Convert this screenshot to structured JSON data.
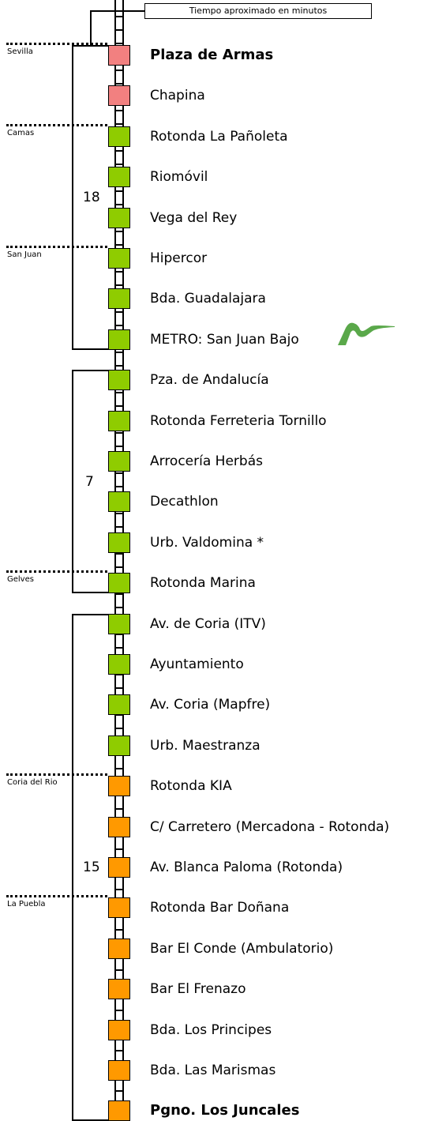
{
  "legend": "Tiempo aproximado en minutos",
  "colors": {
    "sevilla": "#f28080",
    "green": "#8fcc00",
    "orange": "#ff9900",
    "metro_logo": "#5aa84a"
  },
  "stops": [
    {
      "name": "Plaza de Armas",
      "bold": true,
      "color": "sevilla"
    },
    {
      "name": "Chapina",
      "bold": false,
      "color": "sevilla"
    },
    {
      "name": "Rotonda La Pañoleta",
      "bold": false,
      "color": "green"
    },
    {
      "name": "Riomóvil",
      "bold": false,
      "color": "green"
    },
    {
      "name": "Vega del Rey",
      "bold": false,
      "color": "green"
    },
    {
      "name": "Hipercor",
      "bold": false,
      "color": "green"
    },
    {
      "name": "Bda. Guadalajara",
      "bold": false,
      "color": "green"
    },
    {
      "name": "METRO: San Juan Bajo",
      "bold": false,
      "color": "green",
      "metro": true
    },
    {
      "name": "Pza. de Andalucía",
      "bold": false,
      "color": "green"
    },
    {
      "name": "Rotonda Ferreteria Tornillo",
      "bold": false,
      "color": "green"
    },
    {
      "name": "Arrocería Herbás",
      "bold": false,
      "color": "green"
    },
    {
      "name": "Decathlon",
      "bold": false,
      "color": "green"
    },
    {
      "name": "Urb. Valdomina *",
      "bold": false,
      "color": "green"
    },
    {
      "name": "Rotonda Marina",
      "bold": false,
      "color": "green"
    },
    {
      "name": "Av. de Coria (ITV)",
      "bold": false,
      "color": "green"
    },
    {
      "name": "Ayuntamiento",
      "bold": false,
      "color": "green"
    },
    {
      "name": "Av. Coria (Mapfre)",
      "bold": false,
      "color": "green"
    },
    {
      "name": "Urb. Maestranza",
      "bold": false,
      "color": "green"
    },
    {
      "name": "Rotonda KIA",
      "bold": false,
      "color": "orange"
    },
    {
      "name": "C/ Carretero (Mercadona - Rotonda)",
      "bold": false,
      "color": "orange"
    },
    {
      "name": "Av. Blanca Paloma (Rotonda)",
      "bold": false,
      "color": "orange"
    },
    {
      "name": "Rotonda Bar Doñana",
      "bold": false,
      "color": "orange"
    },
    {
      "name": "Bar El Conde (Ambulatorio)",
      "bold": false,
      "color": "orange"
    },
    {
      "name": "Bar El Frenazo",
      "bold": false,
      "color": "orange"
    },
    {
      "name": "Bda. Los Principes",
      "bold": false,
      "color": "orange"
    },
    {
      "name": "Bda. Las Marismas",
      "bold": false,
      "color": "orange"
    },
    {
      "name": "Pgno. Los Juncales",
      "bold": true,
      "color": "orange"
    }
  ],
  "zones": [
    {
      "name": "Sevilla",
      "stop_index": 0
    },
    {
      "name": "Camas",
      "stop_index": 2
    },
    {
      "name": "San Juan",
      "stop_index": 5
    },
    {
      "name": "Gelves",
      "stop_index": 13
    },
    {
      "name": "Coria del Rio",
      "stop_index": 18
    },
    {
      "name": "La Puebla",
      "stop_index": 21
    }
  ],
  "segments": [
    {
      "minutes": "18",
      "from_stop": 0,
      "to_stop": 7
    },
    {
      "minutes": "7",
      "from_stop": 8,
      "to_stop": 13
    },
    {
      "minutes": "15",
      "from_stop": 14,
      "to_stop": 26
    }
  ]
}
